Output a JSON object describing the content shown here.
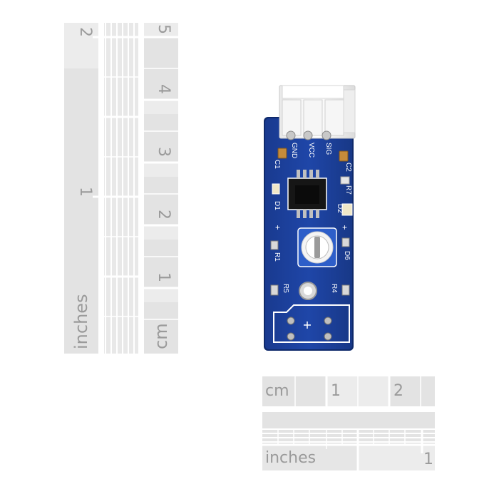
{
  "rulers": {
    "vertical_inches": {
      "unit_label": "inches",
      "marks": [
        "2",
        "1"
      ]
    },
    "vertical_cm": {
      "unit_label": "cm",
      "marks": [
        "5",
        "4",
        "3",
        "2",
        "1"
      ]
    },
    "horizontal_cm": {
      "unit_label": "cm",
      "marks": [
        "1",
        "2"
      ]
    },
    "horizontal_inches": {
      "unit_label": "inches",
      "marks": [
        "1"
      ]
    }
  },
  "board": {
    "pin_labels": [
      "GND",
      "VCC",
      "SIG"
    ],
    "component_labels": [
      "C1",
      "C2",
      "R7",
      "D1",
      "D2",
      "R1",
      "D6",
      "R5",
      "R4"
    ],
    "plus_marks": [
      "+",
      "+"
    ]
  },
  "colors": {
    "pcb_blue": "#1c3f9c",
    "silkscreen": "#ffffff",
    "ruler_gray": "#e6e6e6",
    "ruler_text": "#9a9a9a",
    "connector_white": "#f2f2f2",
    "potentiometer_blue": "#2d5ec9"
  }
}
